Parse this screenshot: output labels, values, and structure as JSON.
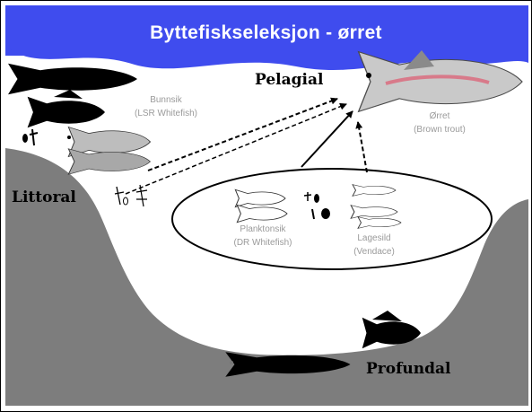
{
  "title": "Byttefiskseleksjon - ørret",
  "colors": {
    "water_surface": "#3f4cee",
    "lake_bed": "#7d7d7d",
    "water": "#ffffff",
    "fish": "#000000",
    "label_gray": "#9a9a9a"
  },
  "zones": {
    "pelagial": "Pelagial",
    "littoral": "Littoral",
    "profundal": "Profundal"
  },
  "species": {
    "benthic_whitefish": {
      "name": "Bunnsik",
      "sub": "(LSR Whitefish)"
    },
    "trout": {
      "name": "Ørret",
      "sub": "(Brown trout)"
    },
    "planktonic_whitefish": {
      "name": "Planktonsik",
      "sub": "(DR Whitefish)"
    },
    "vendace": {
      "name": "Lagesild",
      "sub": "(Vendace)"
    }
  }
}
